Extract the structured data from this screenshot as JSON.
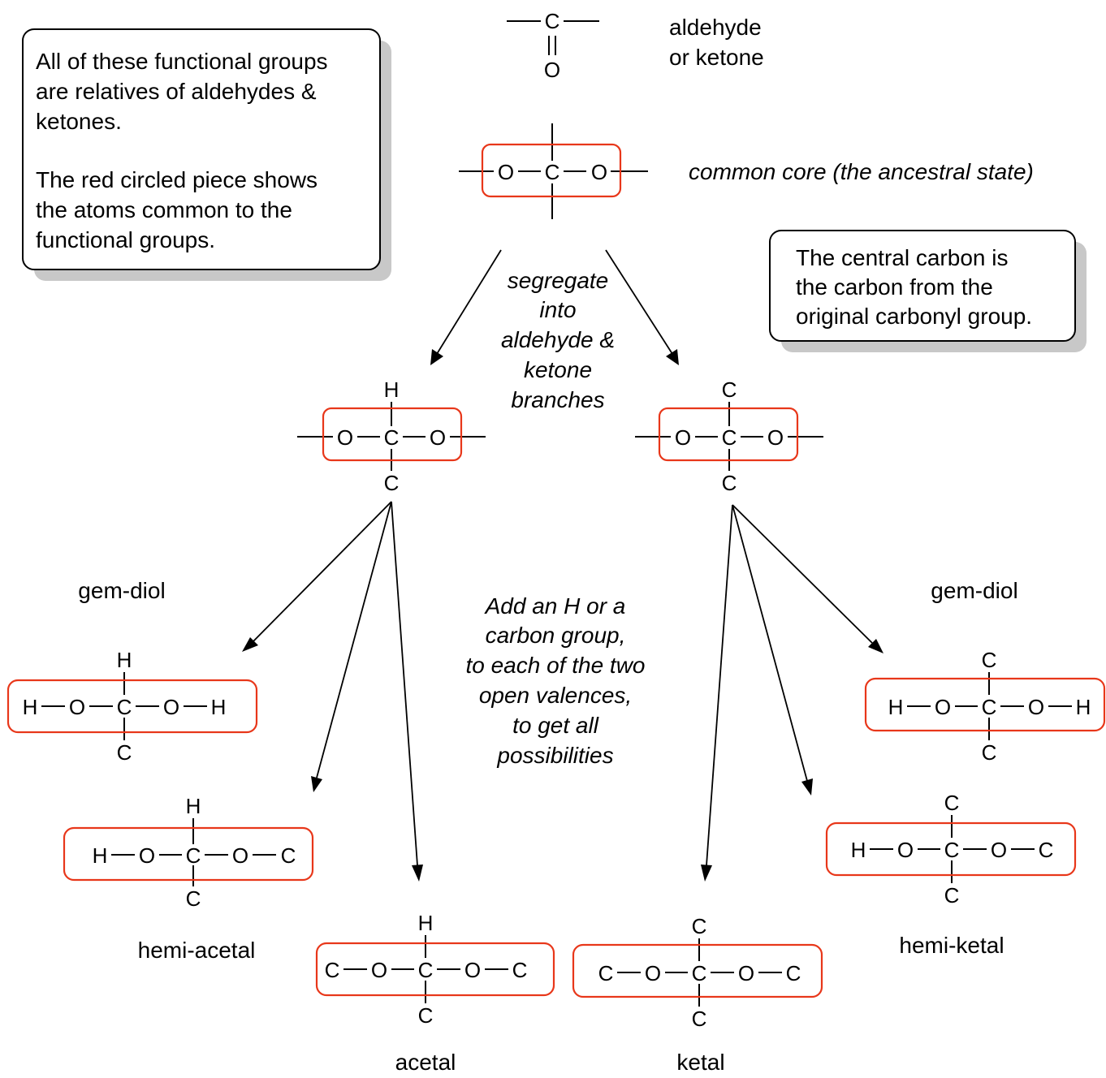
{
  "notes": {
    "intro": [
      "All of these functional groups",
      "are relatives of aldehydes &",
      "ketones.",
      "",
      "The red circled piece shows",
      "the atoms common to the",
      "functional groups."
    ],
    "central_carbon": [
      "The central carbon is",
      "the carbon from the",
      "original carbonyl group."
    ]
  },
  "labels": {
    "aldehyde_ketone": [
      "aldehyde",
      "or ketone"
    ],
    "common_core": "common core (the ancestral state)",
    "segregate": [
      "segregate",
      "into",
      "aldehyde &",
      "ketone",
      "branches"
    ],
    "add_h": [
      "Add an H or a",
      "carbon group,",
      "to each of the two",
      "open valences,",
      "to get all",
      "possibilities"
    ],
    "gem_diol_left": "gem-diol",
    "gem_diol_right": "gem-diol",
    "hemi_acetal": "hemi-acetal",
    "hemi_ketal": "hemi-ketal",
    "acetal": "acetal",
    "ketal": "ketal"
  },
  "atoms": {
    "C": "C",
    "O": "O",
    "H": "H"
  },
  "colors": {
    "highlight": "#e8371a",
    "shadow": "#c8c8c8"
  }
}
